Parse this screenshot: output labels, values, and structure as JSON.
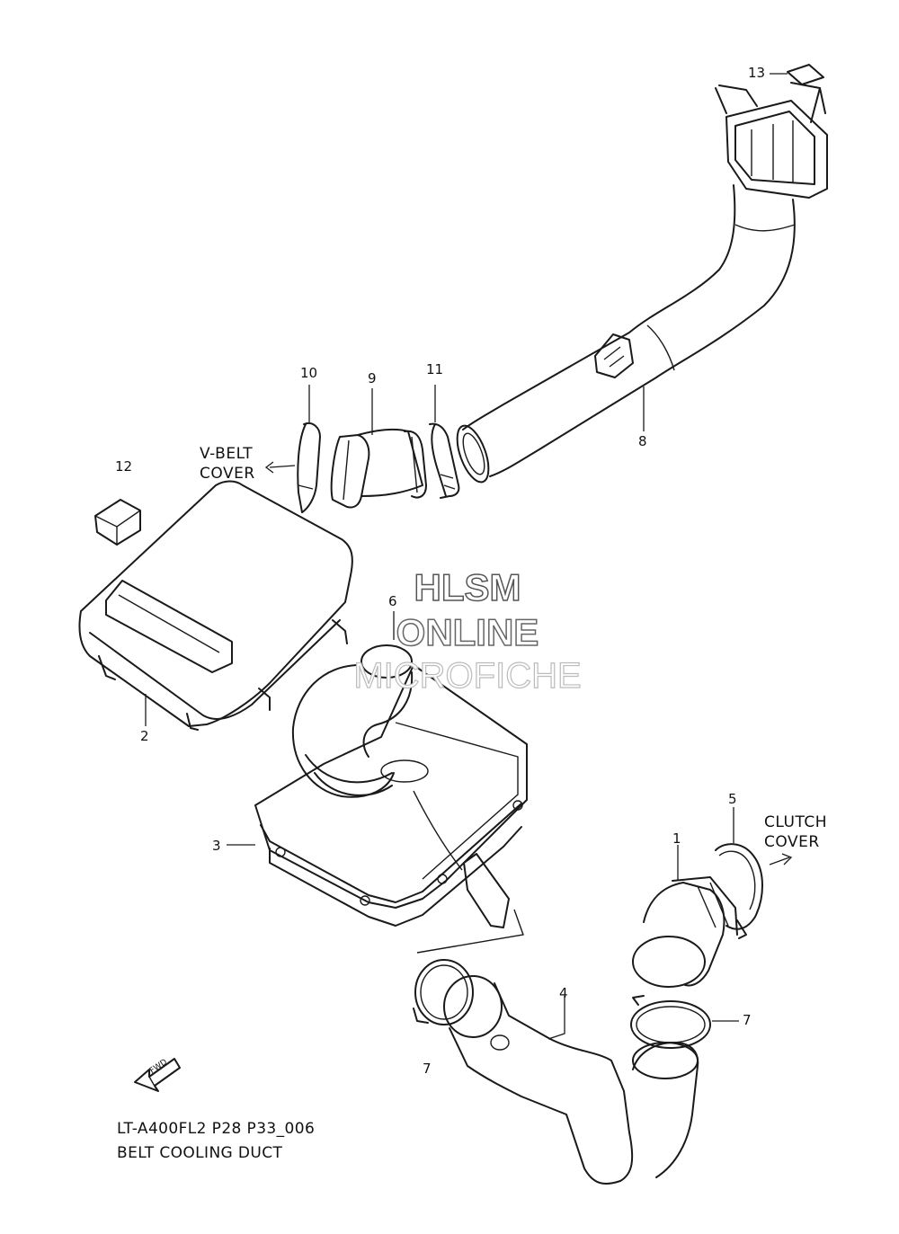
{
  "callouts": [
    {
      "id": "c1",
      "text": "1"
    },
    {
      "id": "c2",
      "text": "2"
    },
    {
      "id": "c3",
      "text": "3"
    },
    {
      "id": "c4",
      "text": "4"
    },
    {
      "id": "c5",
      "text": "5"
    },
    {
      "id": "c6",
      "text": "6"
    },
    {
      "id": "c7a",
      "text": "7"
    },
    {
      "id": "c7b",
      "text": "7"
    },
    {
      "id": "c8",
      "text": "8"
    },
    {
      "id": "c9",
      "text": "9"
    },
    {
      "id": "c10",
      "text": "10"
    },
    {
      "id": "c11",
      "text": "11"
    },
    {
      "id": "c12",
      "text": "12"
    },
    {
      "id": "c13",
      "text": "13"
    }
  ],
  "notes": {
    "vbelt_line1": "V-BELT",
    "vbelt_line2": "COVER",
    "clutch_line1": "CLUTCH",
    "clutch_line2": "COVER",
    "fwd": "FWD"
  },
  "watermark": {
    "line1": "HLSM",
    "line2": "ONLINE",
    "line3": "MICROFICHE"
  },
  "caption": {
    "code": "LT-A400FL2 P28 P33_006",
    "title": "BELT COOLING DUCT"
  }
}
